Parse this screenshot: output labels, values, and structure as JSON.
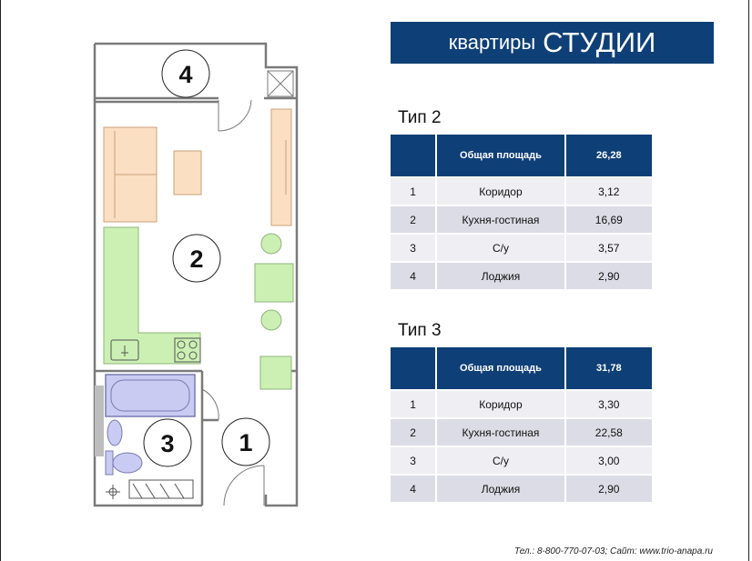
{
  "header": {
    "title_small": "квартиры",
    "title_big": "СТУДИИ"
  },
  "plan": {
    "labels": [
      "4",
      "2",
      "3",
      "1"
    ],
    "colors": {
      "sofa": "#fbdfc3",
      "kitchen": "#ccf0b4",
      "bath": "#c9cbf2",
      "wall": "#8c8c8c"
    }
  },
  "tables": [
    {
      "title": "Тип 2",
      "header": {
        "name": "Общая площадь",
        "value": "26,28"
      },
      "rows": [
        {
          "n": "1",
          "name": "Коридор",
          "value": "3,12"
        },
        {
          "n": "2",
          "name": "Кухня-гостиная",
          "value": "16,69"
        },
        {
          "n": "3",
          "name": "С/у",
          "value": "3,57"
        },
        {
          "n": "4",
          "name": "Лоджия",
          "value": "2,90"
        }
      ]
    },
    {
      "title": "Тип 3",
      "header": {
        "name": "Общая площадь",
        "value": "31,78"
      },
      "rows": [
        {
          "n": "1",
          "name": "Коридор",
          "value": "3,30"
        },
        {
          "n": "2",
          "name": "Кухня-гостиная",
          "value": "22,58"
        },
        {
          "n": "3",
          "name": "С/у",
          "value": "3,00"
        },
        {
          "n": "4",
          "name": "Лоджия",
          "value": "2,90"
        }
      ]
    }
  ],
  "footer": "Тел.: 8-800-770-07-03; Сайт: www.trio-anapa.ru"
}
